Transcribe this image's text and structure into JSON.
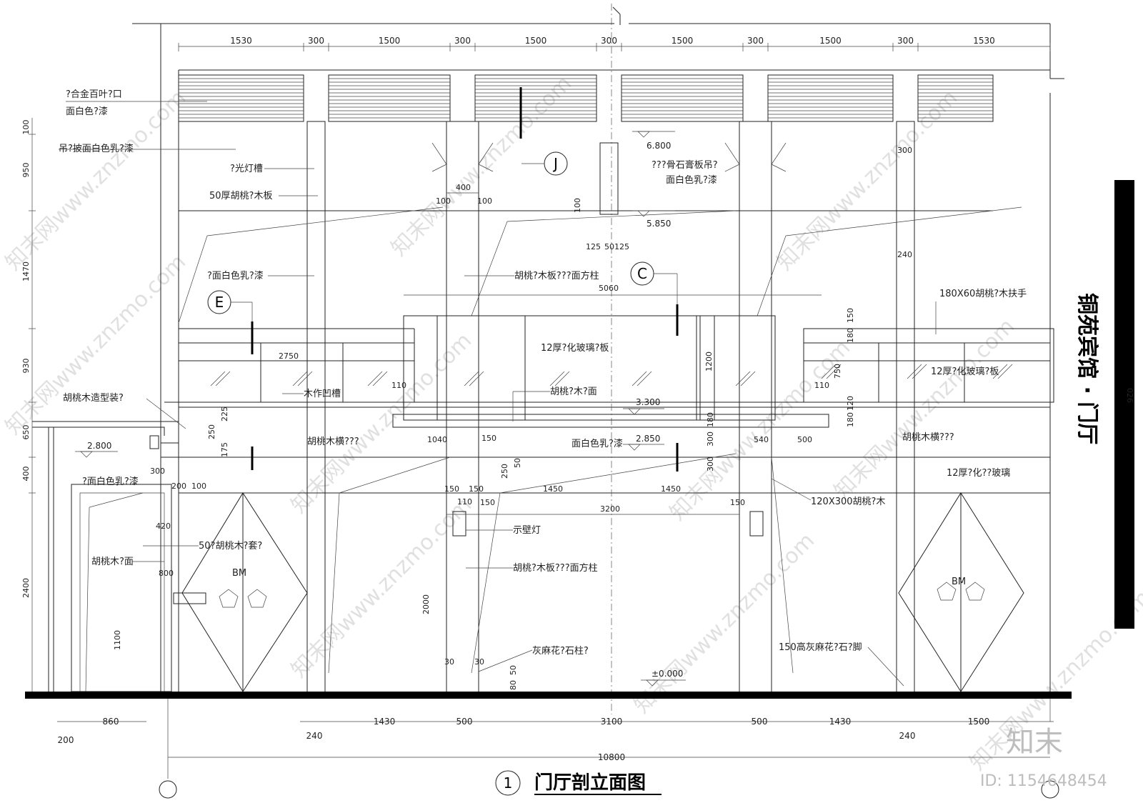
{
  "drawing": {
    "title": "门厅剖立面图",
    "title_number": "1",
    "side_title": "铜苑宾馆 · 门厅",
    "side_page": "026",
    "logo": "知末",
    "id_label": "ID: 1154648454"
  },
  "top_dims": [
    "1530",
    "300",
    "1500",
    "300",
    "1500",
    "300",
    "1500",
    "300",
    "1500",
    "300",
    "1530"
  ],
  "left_dims": [
    "100",
    "950",
    "1470",
    "930",
    "650",
    "400",
    "2400"
  ],
  "bottom_dims": [
    "240",
    "1430",
    "500",
    "3100",
    "500",
    "1430",
    "240",
    "1500"
  ],
  "bottom_small_dims": [
    "200",
    "860"
  ],
  "bottom_total": "10800",
  "markers": [
    "J",
    "C",
    "E"
  ],
  "levels": [
    "6.800",
    "5.850",
    "3.300",
    "2.850",
    "2.800",
    "±0.000"
  ],
  "annotations": {
    "louver": "?合金百叶?口",
    "louver2": "面白色?漆",
    "ceiling": "吊?披面白色乳?漆",
    "light_slot": "?光灯槽",
    "walnut50": "50厚胡桃?木板",
    "wall_paint": "?面白色乳?漆",
    "gypsum": "???骨石膏板吊?",
    "gypsum2": "面白色乳?漆",
    "walnut_col": "胡桃?木板???面方柱",
    "rail": "180X60胡桃?木扶手",
    "glass12_center": "12厚?化玻璃?板",
    "glass12_right": "12厚?化玻璃?板",
    "walnut_face": "胡桃?木?面",
    "wood_groove": "木作凹槽",
    "walnut_shape": "胡桃木造型装?",
    "beam_left": "胡桃木横???",
    "beam_right": "胡桃木横???",
    "white_paint": "面白色乳?漆",
    "door_paint": "?面白色乳?漆",
    "glass12b": "12厚?化??玻璃",
    "walnut_120": "120X300胡桃?木",
    "wall_lamp": "示壁灯",
    "walnut_col2": "胡桃?木板???面方柱",
    "frame50": "50?胡桃木?套?",
    "walnut_face2": "胡桃木?面",
    "granite_col": "灰麻花?石柱?",
    "skirting": "150高灰麻花?石?脚",
    "bm": "BM"
  },
  "inner_dims": {
    "d400": "400",
    "d100a": "100",
    "d100b": "100",
    "d300": "300",
    "d240": "240",
    "d125a": "125",
    "d50": "50",
    "d125b": "125",
    "d100c": "100",
    "d5060": "5060",
    "d2750": "2750",
    "d1200": "1200",
    "d150": "150",
    "d180a": "180",
    "d750": "750",
    "d110a": "110",
    "d110b": "110",
    "d180b": "180",
    "d120": "120",
    "d225": "225",
    "d250": "250",
    "d175": "175",
    "d1040": "1040",
    "d150b": "150",
    "d540": "540",
    "d500": "500",
    "d300b": "300",
    "d300c": "300",
    "d180c": "180",
    "d250b": "250",
    "d50b": "50",
    "d150c": "150",
    "d150d": "150",
    "d1450a": "1450",
    "d1450b": "1450",
    "d3200": "3200",
    "d150e": "150",
    "d150f": "150",
    "d110c": "110",
    "d300d": "300",
    "d200": "200",
    "d100d": "100",
    "d420": "420",
    "d800": "800",
    "d1100": "1100",
    "d2000": "2000",
    "d30a": "30",
    "d30b": "30",
    "d80": "80",
    "d50c": "50"
  },
  "watermark": "知末网www.znzmo.com"
}
